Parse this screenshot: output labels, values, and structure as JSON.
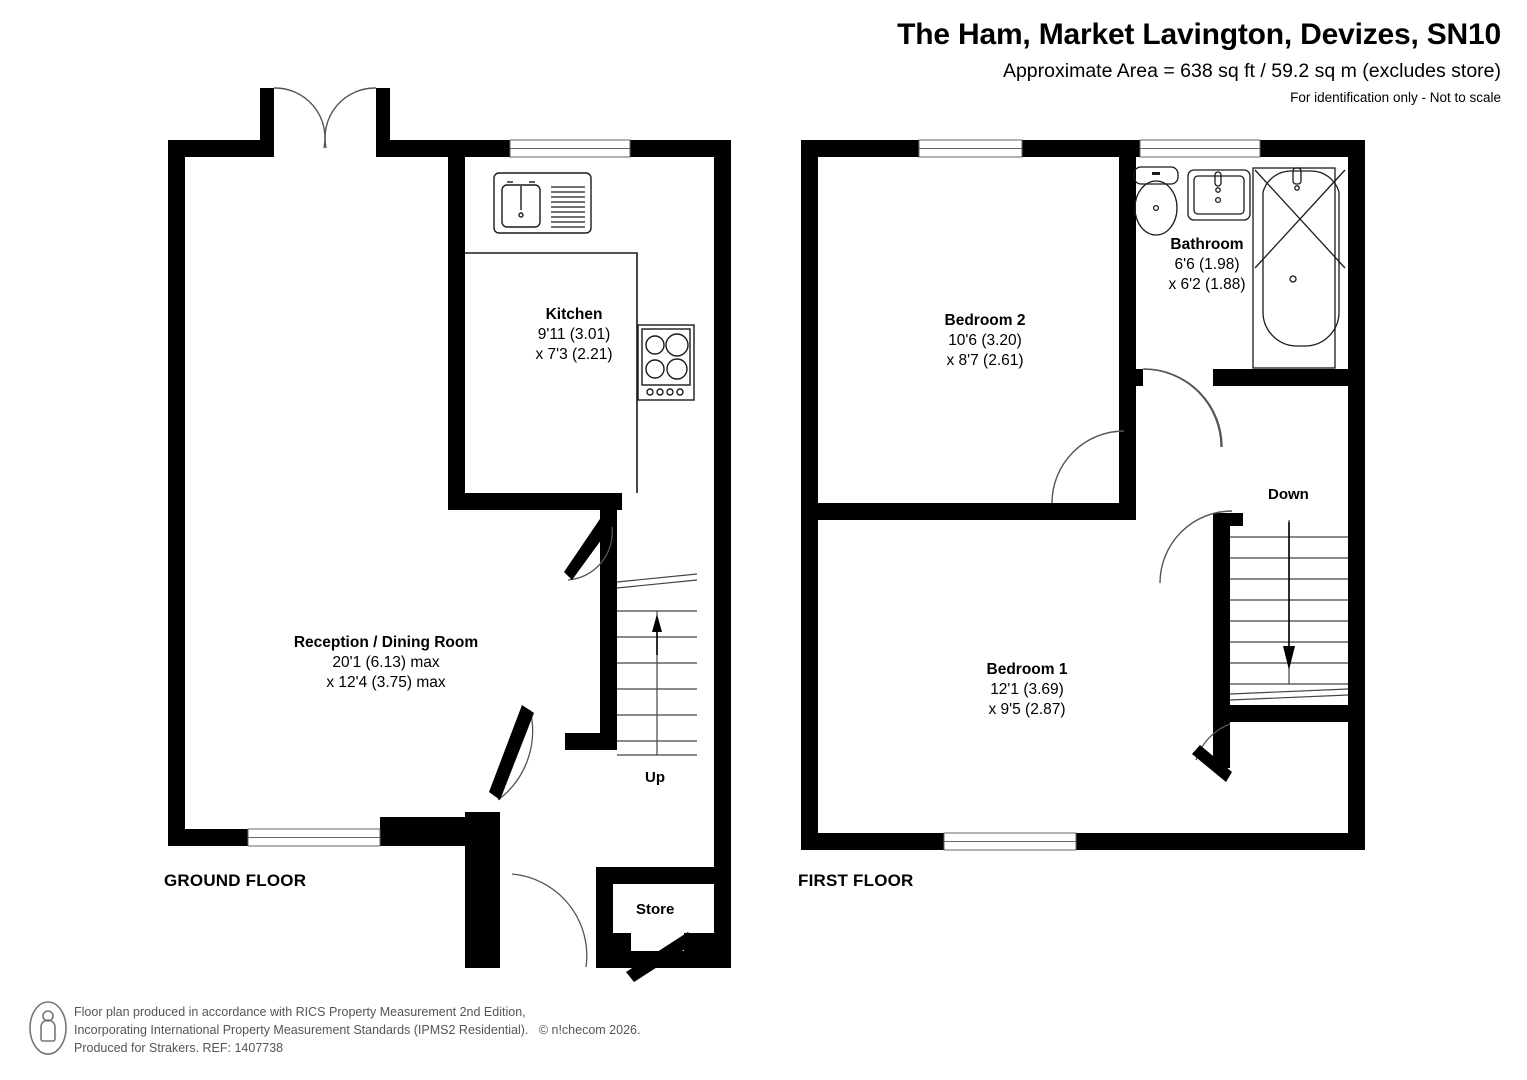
{
  "header": {
    "title": "The Ham, Market Lavington, Devizes, SN10",
    "area": "Approximate Area = 638 sq ft / 59.2 sq m (excludes store)",
    "disclaimer": "For identification only - Not to scale"
  },
  "floors": [
    {
      "id": "ground",
      "label": "GROUND FLOOR"
    },
    {
      "id": "first",
      "label": "FIRST FLOOR"
    }
  ],
  "rooms": {
    "kitchen": {
      "name": "Kitchen",
      "dim1": "9'11 (3.01)",
      "dim2": "x 7'3 (2.21)"
    },
    "reception": {
      "name": "Reception / Dining Room",
      "dim1": "20'1 (6.13) max",
      "dim2": "x 12'4 (3.75) max"
    },
    "store": {
      "name": "Store"
    },
    "bathroom": {
      "name": "Bathroom",
      "dim1": "6'6 (1.98)",
      "dim2": "x 6'2 (1.88)"
    },
    "bedroom2": {
      "name": "Bedroom 2",
      "dim1": "10'6 (3.20)",
      "dim2": "x 8'7 (2.61)"
    },
    "bedroom1": {
      "name": "Bedroom 1",
      "dim1": "12'1 (3.69)",
      "dim2": "x 9'5 (2.87)"
    }
  },
  "stairs": {
    "up_label": "Up",
    "down_label": "Down"
  },
  "footer": {
    "line1": "Floor plan produced in accordance with RICS Property Measurement 2nd Edition,",
    "line2a": "Incorporating International Property Measurement Standards (IPMS2 Residential).",
    "line2b": "© n!checom 2026.",
    "line3": "Produced for Strakers.   REF: 1407738"
  },
  "colors": {
    "wall": "#000000",
    "background": "#ffffff",
    "fixture_stroke": "#1a1a1a",
    "footer_text": "#555555"
  },
  "icons": {
    "person_logo": "person-in-oval-icon",
    "sink": "kitchen-sink-icon",
    "hob": "hob-icon",
    "wc": "toilet-icon",
    "basin": "wash-basin-icon",
    "bath": "bath-with-shower-icon",
    "stairs_up_arrow": "arrow-up-icon",
    "stairs_down_arrow": "arrow-down-icon"
  }
}
